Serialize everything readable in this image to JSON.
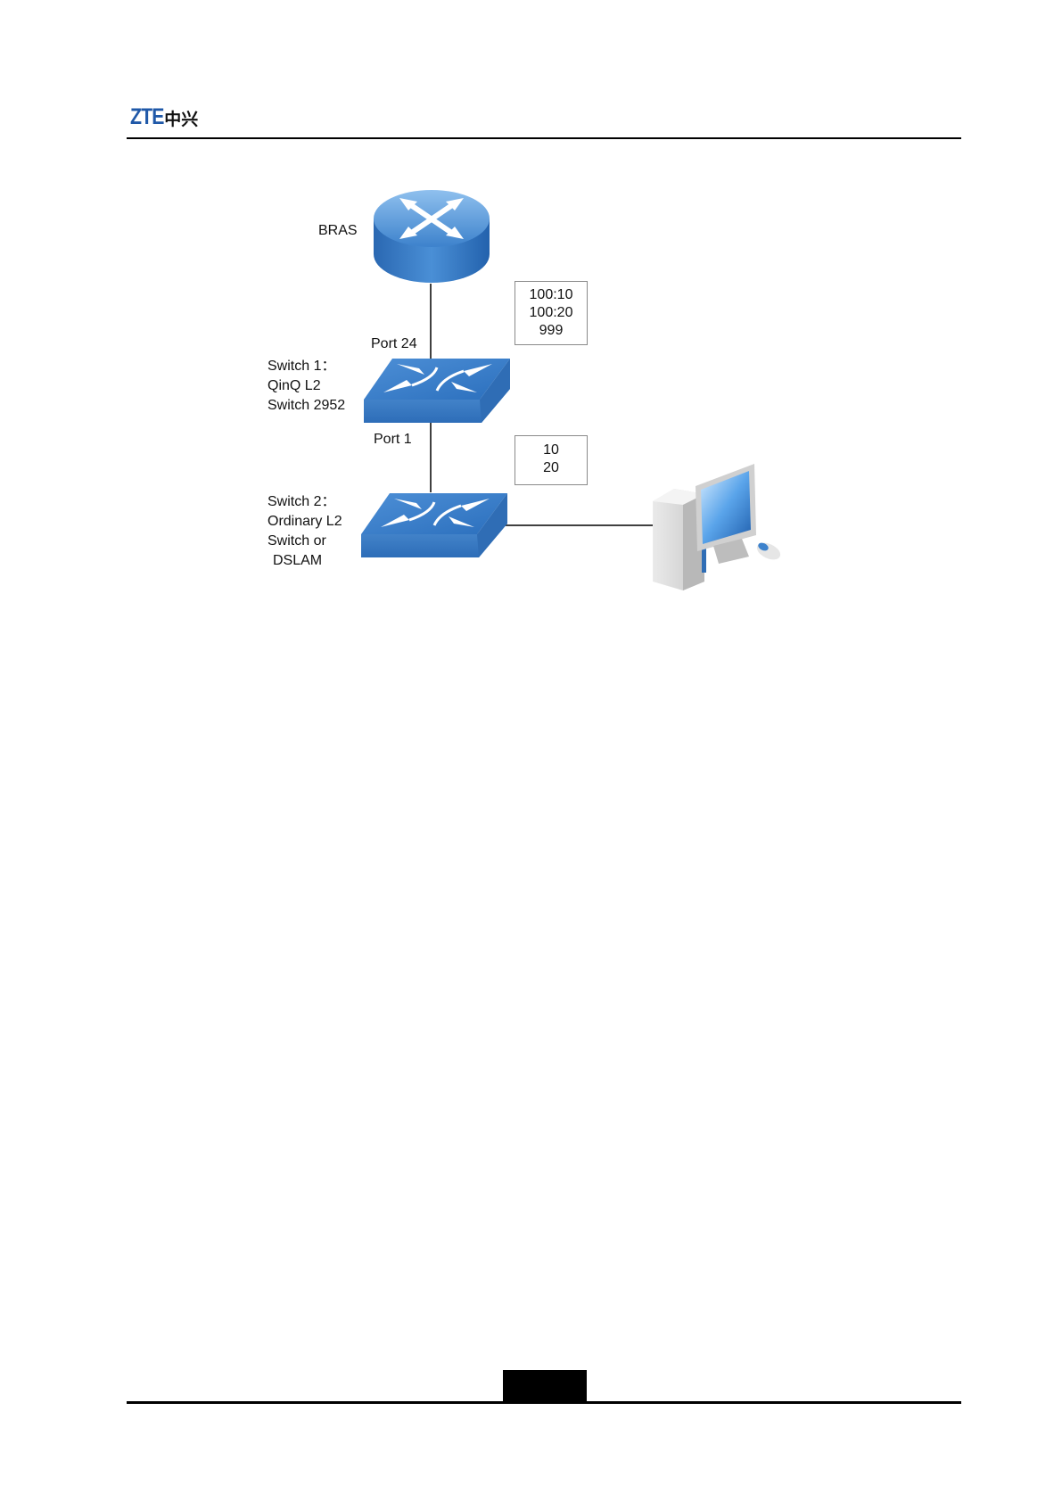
{
  "header": {
    "logo_text": "ZTE",
    "logo_cn": "中兴"
  },
  "diagram": {
    "bras": {
      "label": "BRAS"
    },
    "port_24": {
      "label": "Port 24"
    },
    "switch_1": {
      "lines": [
        "Switch 1：",
        "QinQ L2",
        "Switch 2952"
      ]
    },
    "port_1": {
      "label": "Port 1"
    },
    "switch_2": {
      "lines": [
        "Switch 2：",
        "Ordinary L2",
        "Switch or",
        " DSLAM"
      ]
    },
    "vlan_box_upper": {
      "lines": [
        "100:10",
        "100:20",
        "999"
      ]
    },
    "vlan_box_lower": {
      "lines": [
        "10",
        "20"
      ]
    },
    "icons": [
      "router-icon",
      "switch-icon",
      "switch-icon",
      "computer-icon"
    ],
    "colors": {
      "device_blue": "#2f74c0",
      "device_light": "#6fa8e0",
      "line": "#000000"
    }
  }
}
